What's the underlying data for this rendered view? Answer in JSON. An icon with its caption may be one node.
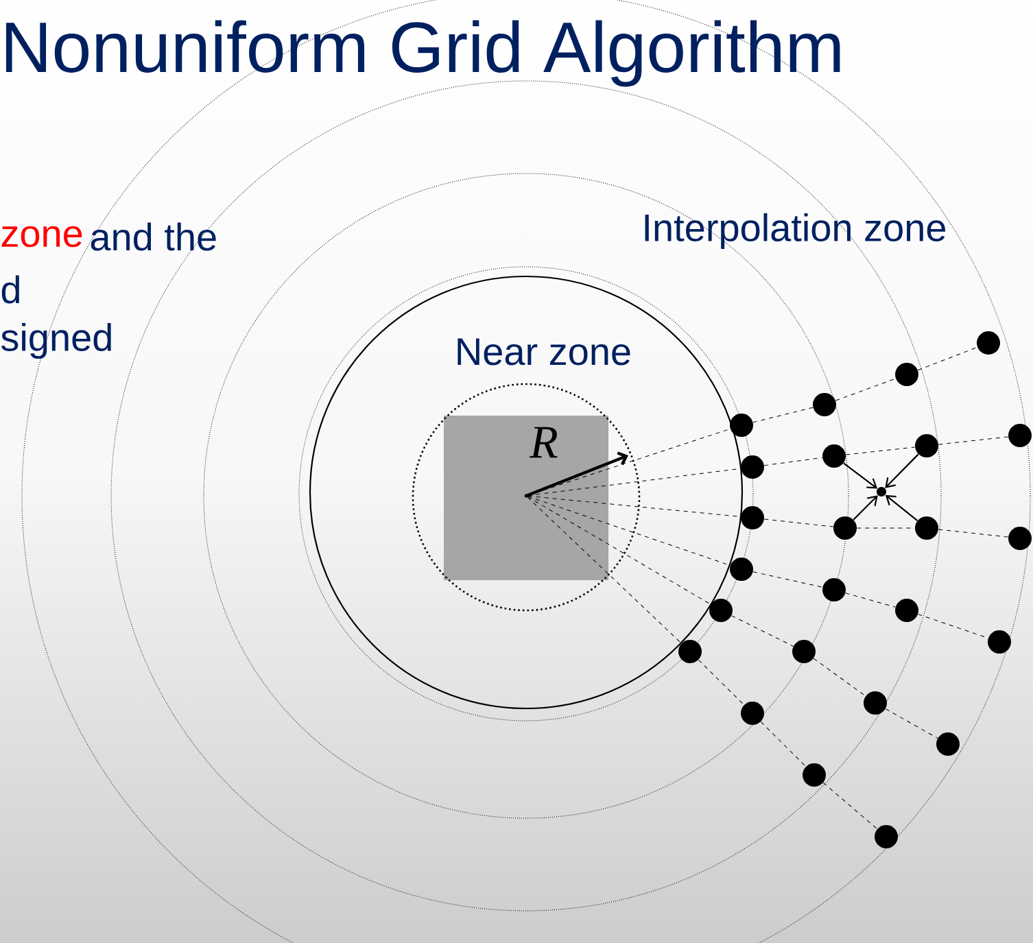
{
  "diagram": {
    "title": "Nonuniform Grid Algorithm",
    "nodes": [
      {
        "text": [],
        "shape": "circle"
      },
      {
        "text": [],
        "shape": "circle"
      },
      {
        "text": [],
        "shape": "circle"
      },
      {
        "text": [],
        "shape": "circle"
      },
      {
        "text": [],
        "shape": "circle"
      },
      {
        "text": [],
        "shape": "circle"
      },
      {
        "text": [],
        "shape": "circle"
      },
      {
        "text": [],
        "shape": "circle"
      },
      {
        "text": [],
        "shape": "circle"
      },
      {
        "text": [],
        "shape": "circle"
      },
      {
        "text": [],
        "shape": "circle"
      },
      {
        "text": [],
        "shape": "circle"
      },
      {
        "text": [],
        "shape": "circle"
      },
      {
        "text": [],
        "shape": "circle"
      },
      {
        "text": [],
        "shape": "circle"
      },
      {
        "text": [],
        "shape": "circle"
      },
      {
        "text": [],
        "shape": "circle"
      },
      {
        "text": [],
        "shape": "circle"
      },
      {
        "text": [],
        "shape": "circle"
      },
      {
        "text": [],
        "shape": "circle"
      },
      {
        "text": [],
        "shape": "circle"
      },
      {
        "text": [],
        "shape": "circle"
      },
      {
        "text": [],
        "shape": "circle"
      },
      {
        "text": [],
        "shape": "circle"
      },
      {
        "text": [],
        "shape": "circle"
      },
      {
        "text": [],
        "shape": "circle"
      }
    ],
    "edges": [
      {
        "from": 0,
        "to": 1,
        "arrow": "none",
        "style": "dashed"
      },
      {
        "from": 1,
        "to": 2,
        "arrow": "none",
        "style": "dashed"
      },
      {
        "from": 2,
        "to": 3,
        "arrow": "none",
        "style": "dashed"
      },
      {
        "from": 4,
        "to": 5,
        "arrow": "none",
        "style": "dashed"
      },
      {
        "from": 5,
        "to": 6,
        "arrow": "none",
        "style": "dashed"
      },
      {
        "from": 6,
        "to": 7,
        "arrow": "none",
        "style": "dashed"
      },
      {
        "from": 8,
        "to": 9,
        "arrow": "none",
        "style": "dashed"
      },
      {
        "from": 9,
        "to": 10,
        "arrow": "none",
        "style": "dashed"
      },
      {
        "from": 10,
        "to": 11,
        "arrow": "none",
        "style": "dashed"
      },
      {
        "from": 12,
        "to": 13,
        "arrow": "none",
        "style": "dashed"
      },
      {
        "from": 13,
        "to": 14,
        "arrow": "none",
        "style": "dashed"
      },
      {
        "from": 14,
        "to": 15,
        "arrow": "none",
        "style": "dashed"
      },
      {
        "from": 16,
        "to": 17,
        "arrow": "none",
        "style": "dashed"
      },
      {
        "from": 17,
        "to": 18,
        "arrow": "none",
        "style": "dashed"
      },
      {
        "from": 18,
        "to": 19,
        "arrow": "none",
        "style": "dashed"
      },
      {
        "from": 20,
        "to": 21,
        "arrow": "none",
        "style": "dashed"
      },
      {
        "from": 21,
        "to": 22,
        "arrow": "none",
        "style": "dashed"
      },
      {
        "from": 22,
        "to": 23,
        "arrow": "none",
        "style": "dashed"
      },
      {
        "from": 5,
        "to": 24,
        "arrow": "to"
      },
      {
        "from": 6,
        "to": 24,
        "arrow": "to"
      },
      {
        "from": 9,
        "to": 24,
        "arrow": "to"
      },
      {
        "from": 10,
        "to": 24,
        "arrow": "to"
      },
      {
        "from": 25,
        "to": 0,
        "arrow": "none",
        "style": "dashed"
      },
      {
        "from": 25,
        "to": 4,
        "arrow": "none",
        "style": "dashed"
      },
      {
        "from": 25,
        "to": 8,
        "arrow": "none",
        "style": "dashed"
      },
      {
        "from": 25,
        "to": 12,
        "arrow": "none",
        "style": "dashed"
      },
      {
        "from": 25,
        "to": 16,
        "arrow": "none",
        "style": "dashed"
      },
      {
        "from": 25,
        "to": 20,
        "arrow": "none",
        "style": "dashed"
      }
    ],
    "labels": [
      "zone",
      "and the",
      "d",
      "signed",
      "Interpolation zone",
      "Near zone",
      "R"
    ]
  }
}
